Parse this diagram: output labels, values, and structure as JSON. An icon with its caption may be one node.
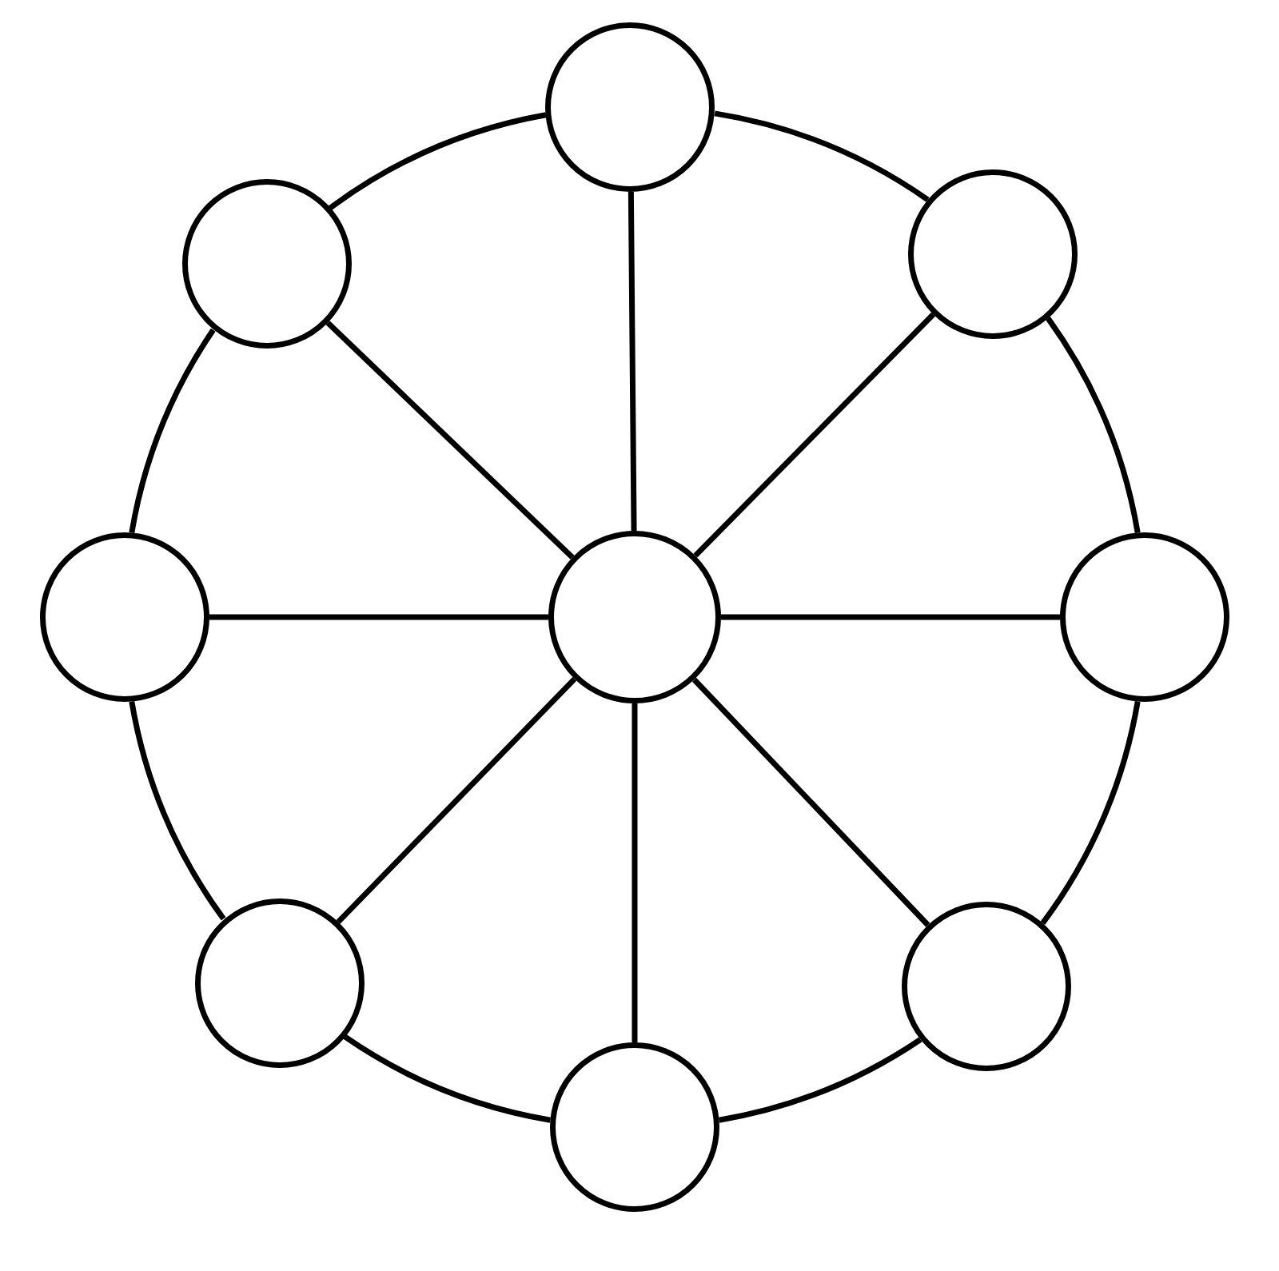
{
  "diagram": {
    "nodes": [
      {
        "text": [],
        "shape": "circle"
      },
      {
        "text": [],
        "shape": "circle"
      },
      {
        "text": [],
        "shape": "circle"
      },
      {
        "text": [],
        "shape": "circle"
      },
      {
        "text": [],
        "shape": "circle"
      },
      {
        "text": [],
        "shape": "circle"
      },
      {
        "text": [],
        "shape": "circle"
      },
      {
        "text": [],
        "shape": "circle"
      },
      {
        "text": [],
        "shape": "circle"
      }
    ],
    "edges": [
      {
        "from": 4,
        "to": 0,
        "arrow": "none"
      },
      {
        "from": 4,
        "to": 1,
        "arrow": "none"
      },
      {
        "from": 4,
        "to": 2,
        "arrow": "none"
      },
      {
        "from": 4,
        "to": 3,
        "arrow": "none"
      },
      {
        "from": 4,
        "to": 5,
        "arrow": "none"
      },
      {
        "from": 4,
        "to": 6,
        "arrow": "none"
      },
      {
        "from": 4,
        "to": 7,
        "arrow": "none"
      },
      {
        "from": 4,
        "to": 8,
        "arrow": "none"
      },
      {
        "from": 0,
        "to": 2,
        "arrow": "none"
      },
      {
        "from": 2,
        "to": 5,
        "arrow": "none"
      },
      {
        "from": 5,
        "to": 7,
        "arrow": "none"
      },
      {
        "from": 7,
        "to": 8,
        "arrow": "none"
      },
      {
        "from": 8,
        "to": 6,
        "arrow": "none"
      },
      {
        "from": 6,
        "to": 3,
        "arrow": "none"
      },
      {
        "from": 3,
        "to": 1,
        "arrow": "none"
      },
      {
        "from": 1,
        "to": 0,
        "arrow": "none"
      }
    ]
  }
}
